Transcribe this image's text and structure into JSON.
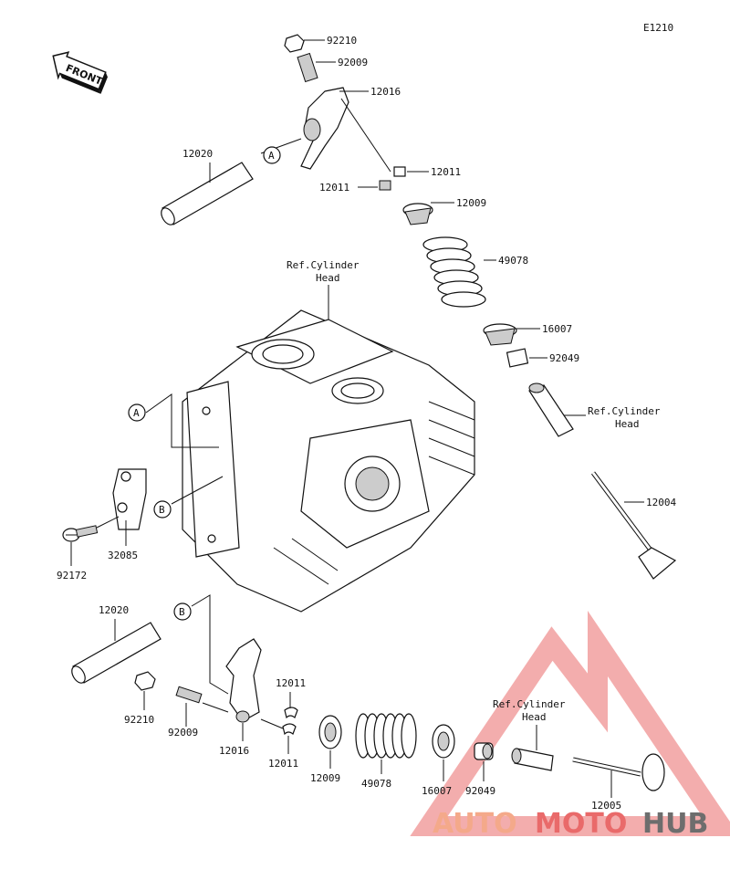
{
  "diagram": {
    "code": "E1210",
    "front_label": "FRONT",
    "parts": {
      "p92210_top": "92210",
      "p92009_top": "92009",
      "p12016_top": "12016",
      "p12020_top": "12020",
      "p12011_top_r": "12011",
      "p12011_top_l": "12011",
      "p12009_top": "12009",
      "p49078_top": "49078",
      "p16007_top": "16007",
      "p92049_top": "92049",
      "p12004": "12004",
      "p32085": "32085",
      "p92172": "92172",
      "p12020_bot": "12020",
      "p92210_bot": "92210",
      "p92009_bot": "92009",
      "p12016_bot": "12016",
      "p12011_bot_a": "12011",
      "p12011_bot_b": "12011",
      "p12009_bot": "12009",
      "p49078_bot": "49078",
      "p16007_bot": "16007",
      "p92049_bot": "92049",
      "p12005": "12005"
    },
    "refs": {
      "cyl_head_top_l1": "Ref.Cylinder",
      "cyl_head_top_l2": "Head",
      "cyl_head_right_l1": "Ref.Cylinder",
      "cyl_head_right_l2": "Head",
      "cyl_head_bot_l1": "Ref.Cylinder",
      "cyl_head_bot_l2": "Head"
    },
    "callouts": {
      "a_top": "A",
      "a_left": "A",
      "b_left": "B",
      "b_bot": "B"
    }
  },
  "watermark": {
    "part1": "AUTO",
    "part2": "MOTO",
    "part3": "HUB",
    "colors": {
      "auto": "#f4a98a",
      "moto": "#e96a6a",
      "hub": "#6d6d6d"
    }
  }
}
